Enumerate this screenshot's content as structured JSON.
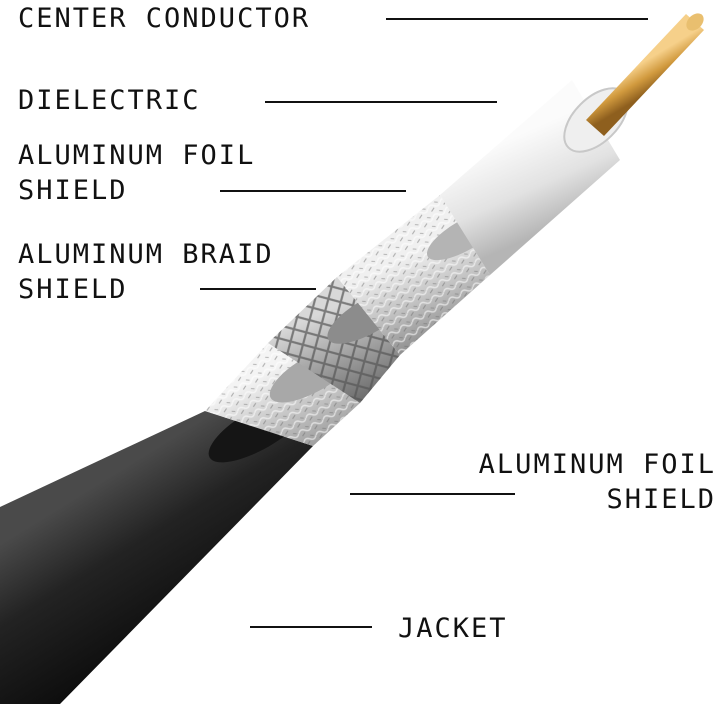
{
  "labels": {
    "center_conductor": "CENTER CONDUCTOR",
    "dielectric": "DIELECTRIC",
    "inner_foil_line1": "ALUMINUM FOIL",
    "inner_foil_line2": "SHIELD",
    "braid_line1": "ALUMINUM BRAID",
    "braid_line2": "SHIELD",
    "outer_foil_line1": "ALUMINUM FOIL",
    "outer_foil_line2": "SHIELD",
    "jacket": "JACKET"
  },
  "colors": {
    "background": "#ffffff",
    "text": "#111111",
    "jacket": "#1c1c1c",
    "foil": "#c9c9c9",
    "braid": "#9a9a9a",
    "dielectric": "#e6e6e6",
    "conductor": "#d19a3e"
  }
}
